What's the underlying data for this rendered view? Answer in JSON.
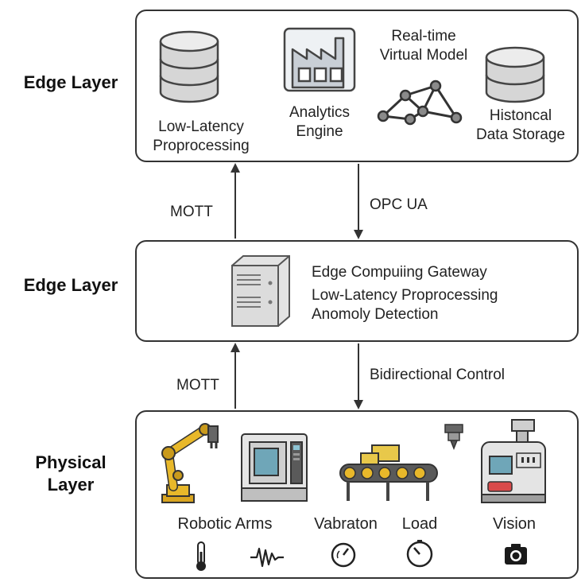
{
  "layers": {
    "top_label": "Edge Layer",
    "middle_label": "Edge Layer",
    "bottom_label_line1": "Physical",
    "bottom_label_line2": "Layer"
  },
  "top_box": {
    "preprocessing_line1": "Low-Latency",
    "preprocessing_line2": "Proprocessing",
    "analytics_line1": "Analytics",
    "analytics_line2": "Engine",
    "virtual_model_line1": "Real-time",
    "virtual_model_line2": "Virtual Model",
    "storage_line1": "Histoncal",
    "storage_line2": "Data Storage"
  },
  "middle_box": {
    "line1": "Edge Compuiing Gateway",
    "line2": "Low-Latency Proprocessing",
    "line3": "Anomoly Detection"
  },
  "bottom_box": {
    "robotic_arms": "Robotic Arms",
    "vibration": "Vabraton",
    "load": "Load",
    "vision": "Vision"
  },
  "arrows": {
    "upper_left": "MOTT",
    "upper_right": "OPC UA",
    "lower_left": "MOTT",
    "lower_right": "Bidirectional Control"
  },
  "colors": {
    "accent_yellow": "#e8b82a",
    "stroke": "#333333",
    "gray_fill": "#d9d9d9"
  }
}
